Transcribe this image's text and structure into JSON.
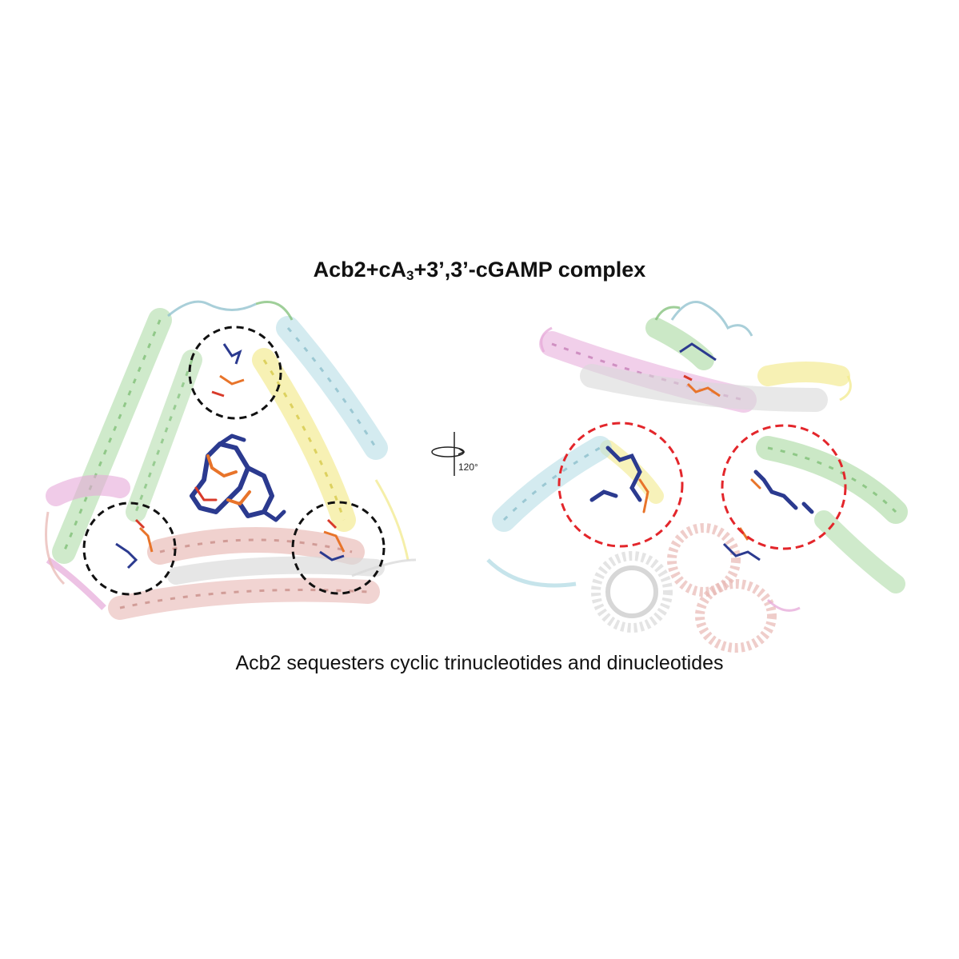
{
  "title": {
    "prefix": "Acb2+cA",
    "subscript": "3",
    "suffix": "+3’,3’-cGAMP complex"
  },
  "rotation": {
    "label": "120°"
  },
  "caption": "Acb2 sequesters cyclic trinucleotides and dinucleotides",
  "colors": {
    "green": "#a8d8a0",
    "cyan": "#b8dde6",
    "yellow": "#f2ea8c",
    "pink": "#e6a8d8",
    "salmon": "#e8b8b4",
    "gray": "#d8d8d8",
    "ligand": "#2b3a8f",
    "phosphate": "#e8742a",
    "oxygen": "#d83a2a",
    "black_circle": "#111111",
    "red_circle": "#e3262b"
  }
}
